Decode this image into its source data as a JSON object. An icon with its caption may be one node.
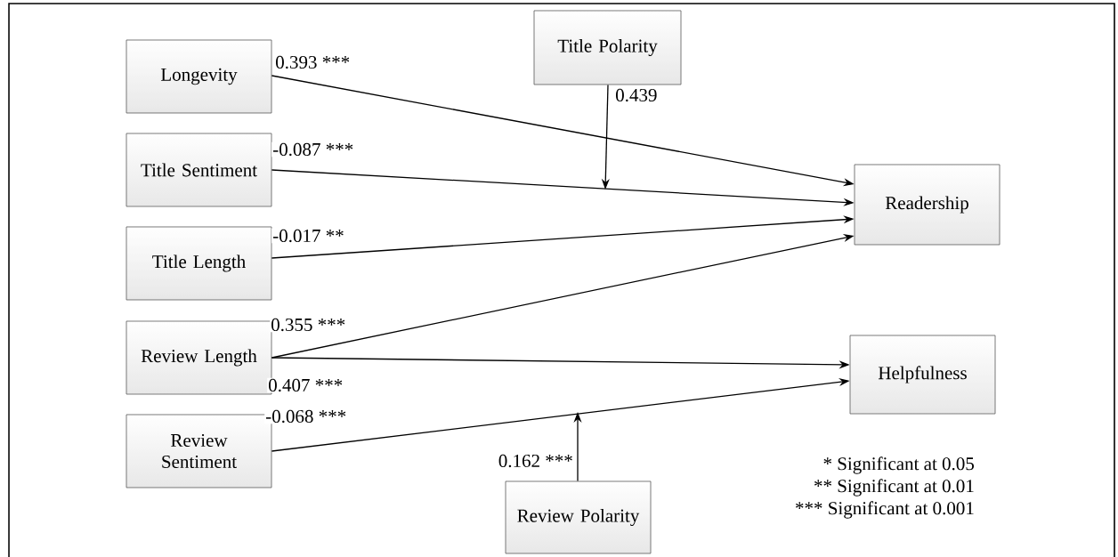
{
  "diagram": {
    "nodes": [
      {
        "text": [
          "Longevity"
        ]
      },
      {
        "text": [
          "Title Polarity"
        ]
      },
      {
        "text": [
          "Title Sentiment"
        ]
      },
      {
        "text": [
          "Title Length"
        ]
      },
      {
        "text": [
          "Review Length"
        ]
      },
      {
        "text": [
          "Review Sentiment"
        ]
      },
      {
        "text": [
          "Review Polarity"
        ]
      },
      {
        "text": [
          "Readership"
        ]
      },
      {
        "text": [
          "Helpfulness"
        ]
      }
    ],
    "edges": [
      {
        "from": 0,
        "to": 7,
        "arrow": "to",
        "label": "0.393 ***"
      },
      {
        "from": 1,
        "to": null,
        "arrow": "to",
        "label": "0.439"
      },
      {
        "from": 2,
        "to": 7,
        "arrow": "to",
        "label": "-0.087 ***"
      },
      {
        "from": 3,
        "to": 7,
        "arrow": "to",
        "label": "-0.017 **"
      },
      {
        "from": 4,
        "to": 7,
        "arrow": "to",
        "label": "0.355 ***"
      },
      {
        "from": 4,
        "to": 8,
        "arrow": "to",
        "label": "0.407 ***"
      },
      {
        "from": 5,
        "to": 8,
        "arrow": "to",
        "label": "-0.068 ***"
      },
      {
        "from": 6,
        "to": null,
        "arrow": "to",
        "label": "0.162 ***"
      }
    ],
    "labels": [
      "* Significant at 0.05",
      "** Significant at 0.01",
      "*** Significant at 0.001"
    ]
  }
}
